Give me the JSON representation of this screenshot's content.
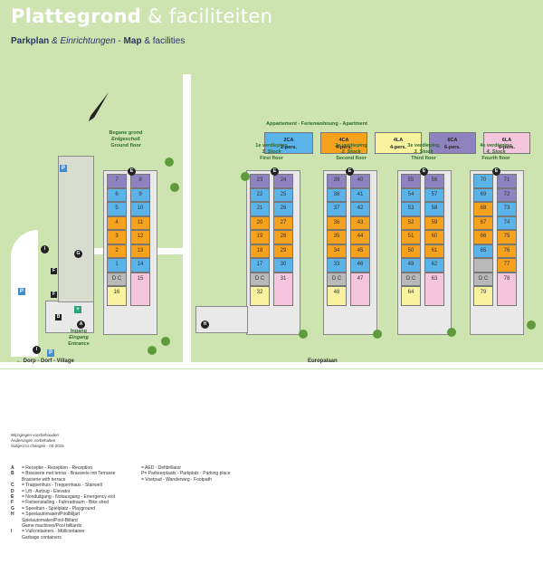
{
  "header": {
    "title_bold": "Plattegrond",
    "title_rest": "& faciliteiten",
    "sub_nl": "Parkplan",
    "sub_de": "& Einrichtungen",
    "sub_dash": "-",
    "sub_en_bold": "Map",
    "sub_en_rest": "& facilities"
  },
  "legend": {
    "title": "Appartement - Ferienwohnung - Apartment",
    "types": [
      {
        "code": "2CA",
        "pers": "2-pers.",
        "color": "#5ab4ea"
      },
      {
        "code": "4CA",
        "pers": "4-pers.",
        "color": "#f6a21c"
      },
      {
        "code": "4LA",
        "pers": "4-pers.",
        "color": "#f9f3a0"
      },
      {
        "code": "6CA",
        "pers": "6-pers.",
        "color": "#8f82c1"
      },
      {
        "code": "6LA",
        "pers": "6-pers.",
        "color": "#f5c5dd"
      }
    ]
  },
  "floors": [
    {
      "nl": "Begane grond",
      "de": "Erdgeschoß",
      "en": "Ground floor"
    },
    {
      "nl": "1e verdieping",
      "de": "1. Stock",
      "en": "First floor"
    },
    {
      "nl": "2e verdieping",
      "de": "2. Stock",
      "en": "Second floor"
    },
    {
      "nl": "3e verdieping",
      "de": "3. Stock",
      "en": "Third floor"
    },
    {
      "nl": "4e verdieping",
      "de": "4. Stock",
      "en": "Fourth floor"
    }
  ],
  "entrance": {
    "nl": "Ingang",
    "de": "Eingang",
    "en": "Entrance"
  },
  "streets": {
    "village": "Dorp - Dorf - Village",
    "europalaan": "Europalaan"
  },
  "notes": [
    "Wijzigingen voorbehouden",
    "Änderungen vorbehalten",
    "Subject to changes - 02-2015"
  ],
  "keys_left": [
    {
      "k": "A",
      "t": "= Receptie - Rezeption - Reception"
    },
    {
      "k": "B",
      "t": "= Brasserie met terras - Brasserie mit Terrasse"
    },
    {
      "k": "",
      "t": "Brasserie with terrace"
    },
    {
      "k": "C",
      "t": "= Trappenhuis - Treppenhaus - Stairwell"
    },
    {
      "k": "D",
      "t": "= Lift - Aufzug - Elevator"
    },
    {
      "k": "E",
      "t": "= Nooduitgang - Notausgang - Emergency exit"
    },
    {
      "k": "F",
      "t": "= Fietsenstalling - Fahrradraum - Bike shed"
    },
    {
      "k": "G",
      "t": "= Speeltuin - Spielplatz - Playground"
    },
    {
      "k": "H",
      "t": "= Speelautomaten/Poolbiljart"
    },
    {
      "k": "",
      "t": "Spielautomaten/Pool-Billard"
    },
    {
      "k": "",
      "t": "Game machines/Pool billiards"
    },
    {
      "k": "I",
      "t": "= Vuilcontainers - Müllcontainer"
    },
    {
      "k": "",
      "t": "Garbage containers"
    }
  ],
  "keys_right": [
    {
      "k": "",
      "t": "= AED - Defibrillator"
    },
    {
      "k": "P",
      "t": "= Parkeerplaats - Parkplatz - Parking place"
    },
    {
      "k": "",
      "t": "= Voetpad - Wanderweg - Footpath"
    }
  ],
  "units": {
    "ground": {
      "left": [
        "7",
        "6",
        "5",
        "4",
        "3",
        "2",
        "1",
        "D C",
        "16"
      ],
      "right": [
        "8",
        "9",
        "10",
        "11",
        "12",
        "13",
        "14",
        "15"
      ]
    },
    "f1": {
      "left": [
        "23",
        "22",
        "21",
        "20",
        "19",
        "18",
        "17",
        "D C",
        "32"
      ],
      "right": [
        "24",
        "25",
        "26",
        "27",
        "28",
        "29",
        "30",
        "31"
      ]
    },
    "f2": {
      "left": [
        "39",
        "38",
        "37",
        "36",
        "35",
        "34",
        "33",
        "D C",
        "48"
      ],
      "right": [
        "40",
        "41",
        "42",
        "43",
        "44",
        "45",
        "46",
        "47"
      ]
    },
    "f3": {
      "left": [
        "55",
        "54",
        "53",
        "52",
        "51",
        "50",
        "49",
        "D C",
        "64"
      ],
      "right": [
        "56",
        "57",
        "58",
        "59",
        "60",
        "61",
        "62",
        "63"
      ]
    },
    "f4": {
      "left": [
        "70",
        "69",
        "68",
        "67",
        "66",
        "65",
        "",
        "D C",
        "79"
      ],
      "right": [
        "71",
        "72",
        "73",
        "74",
        "75",
        "76",
        "77",
        "78"
      ]
    }
  }
}
